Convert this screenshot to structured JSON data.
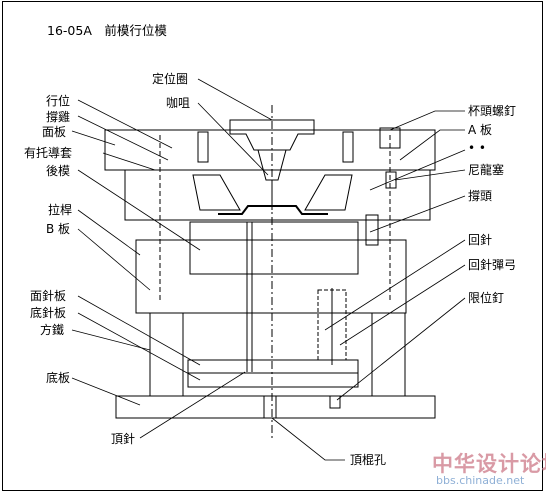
{
  "title": "16-05A　前模行位模",
  "labels": {
    "left": {
      "slide": "行位",
      "stopper": "撐雞",
      "top_plate": "面板",
      "guide_bush": "有托導套",
      "core": "後模",
      "pull_rod": "拉桿",
      "b_plate": "B 板",
      "ejector_retainer": "面針板",
      "ejector_plate": "底針板",
      "spacer_block": "方鐵",
      "bottom_plate": "底板",
      "ejector_pin": "頂針"
    },
    "center": {
      "locate_ring": "定位圈",
      "sprue": "咖咀",
      "ejector_hole": "頂棍孔"
    },
    "right": {
      "cup_screw": "杯頭螺釘",
      "a_plate": "A 板",
      "dots": "• •",
      "nylon_plug": "尼龍塞",
      "support_head": "撐頭",
      "return_pin": "回針",
      "return_spring": "回針彈弓",
      "stop_pin": "限位釘"
    }
  },
  "watermark": {
    "cn": "中华设计论坛",
    "url": "bbs.chinade.net"
  },
  "colors": {
    "ink": "#000000",
    "watermark_cn": "#d99aa5",
    "watermark_url": "#8fb0d6"
  }
}
